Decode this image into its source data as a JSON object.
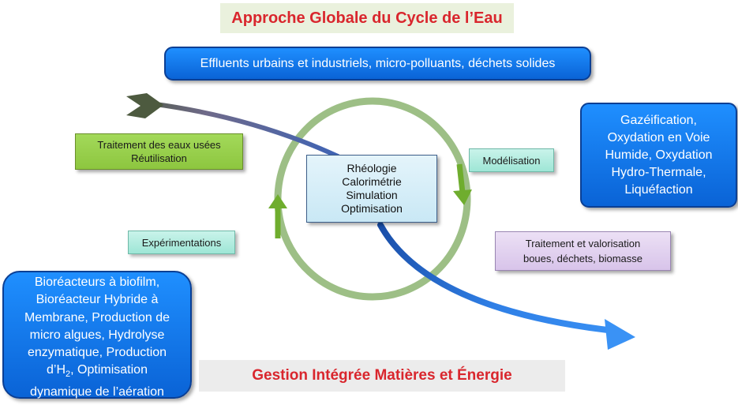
{
  "title_top": "Approche Globale du Cycle de l’Eau",
  "title_bottom": "Gestion Intégrée Matières et Énergie",
  "effluents": "Effluents urbains et industriels, micro-polluants, déchets solides",
  "gazeification": [
    "Gazéification,",
    "Oxydation en Voie",
    "Humide, Oxydation",
    "Hydro-Thermale,",
    "Liquéfaction"
  ],
  "traitement_eaux": [
    "Traitement des eaux usées",
    "Réutilisation"
  ],
  "center": [
    "Rhéologie",
    "Calorimétrie",
    "Simulation",
    "Optimisation"
  ],
  "modelisation": "Modélisation",
  "experimentations": "Expérimentations",
  "traitement_boues": [
    "Traitement et valorisation",
    "boues, déchets, biomasse"
  ],
  "bioreacteurs": {
    "lines": [
      "Bioréacteurs à biofilm,",
      "Bioréacteur Hybride à",
      "Membrane, Production de",
      "micro algues, Hydrolyse",
      "enzymatique, Production"
    ],
    "h2_prefix": "d’H",
    "h2_sub": "2",
    "h2_suffix": ", Optimisation",
    "last": "dynamique de l’aération"
  },
  "colors": {
    "title_red": "#d9262d",
    "blue_box": "#1a7ff0",
    "cycle_green": "#9dbf86",
    "arrow_green": "#6fad2e",
    "arrow_blue": "#2f7fe6",
    "arrow_dark": "#4d5a3f"
  },
  "icons": [
    "cycle-ring",
    "input-arrow",
    "output-arrow",
    "cycle-arrow-up",
    "cycle-arrow-down"
  ]
}
